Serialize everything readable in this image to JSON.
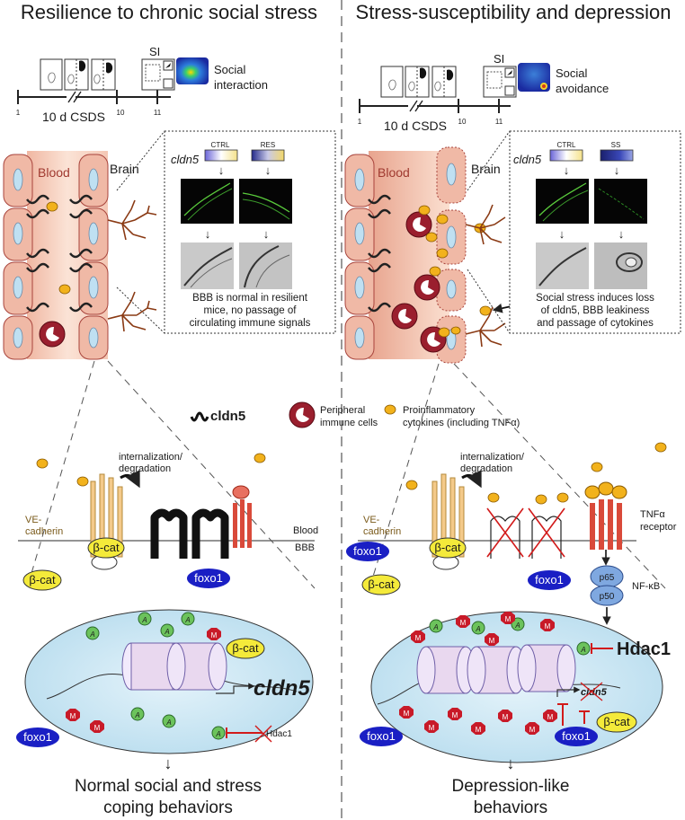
{
  "left": {
    "title": "Resilience to chronic social stress",
    "timeline": {
      "d1": "1",
      "csds": "10 d CSDS",
      "d10": "10",
      "d11": "11",
      "si": "SI"
    },
    "heat_label_1": "Social",
    "heat_label_2": "interaction",
    "blood": "Blood",
    "brain": "Brain",
    "gene": "cldn5",
    "ctrl": "CTRL",
    "cond": "RES",
    "caption_1": "BBB is normal in resilient",
    "caption_2": "mice, no passage of",
    "caption_3": "circulating immune signals",
    "internalization_1": "internalization/",
    "internalization_2": "degradation",
    "ve_1": "VE-",
    "ve_2": "cadherin",
    "blood_side": "Blood",
    "bbb": "BBB",
    "bcat": "β-cat",
    "foxo1": "foxo1",
    "hdac1": "Hdac1",
    "gene_big": "cldn5",
    "outcome_1": "Normal social and stress",
    "outcome_2": "coping behaviors"
  },
  "right": {
    "title": "Stress-susceptibility and depression",
    "timeline": {
      "d1": "1",
      "csds": "10 d CSDS",
      "d10": "10",
      "d11": "11",
      "si": "SI"
    },
    "heat_label_1": "Social",
    "heat_label_2": "avoidance",
    "blood": "Blood",
    "brain": "Brain",
    "gene": "cldn5",
    "ctrl": "CTRL",
    "cond": "SS",
    "caption_1": "Social stress induces loss",
    "caption_2": "of cldn5, BBB leakiness",
    "caption_3": "and passage of cytokines",
    "internalization_1": "internalization/",
    "internalization_2": "degradation",
    "ve_1": "VE-",
    "ve_2": "cadherin",
    "tnf_1": "TNFα",
    "tnf_2": "receptor",
    "p65": "p65",
    "p50": "p50",
    "nfkb": "NF-κB",
    "hdac1": "Hdac1",
    "bcat": "β-cat",
    "foxo1": "foxo1",
    "gene_small": "cldn5",
    "outcome_1": "Depression-like",
    "outcome_2": "behaviors"
  },
  "legend": {
    "cldn5": "cldn5",
    "immune_1": "Peripheral",
    "immune_2": "immune cells",
    "cyto_1": "Proinflammatory",
    "cyto_2": "cytokines (including TNFα)"
  },
  "marks": {
    "acetyl": "A",
    "methyl": "M"
  },
  "colors": {
    "cell_fill": "#f3c2b4",
    "cell_stroke": "#a8443c",
    "vessel": "#f6d2c2",
    "nucleus_fill": "#c8e4f2",
    "cytokine": "#f2b21c",
    "immune": "#9a1f2e",
    "foxo": "#1a1fc4",
    "bcat": "#f4ea3a",
    "acetyl": "#6cc35c",
    "methyl": "#c81a28",
    "astro": "#8a3a14",
    "inhibit": "#d21a1a"
  }
}
